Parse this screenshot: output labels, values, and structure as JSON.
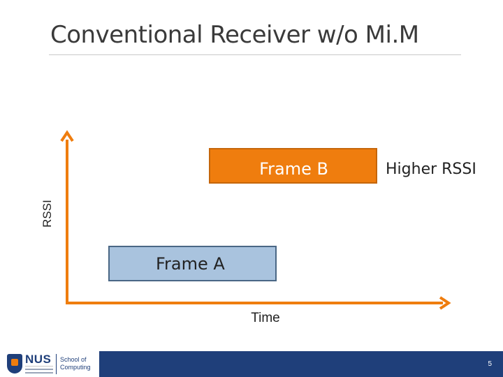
{
  "slide": {
    "title": "Conventional Receiver w/o Mi.M",
    "page_number": "5"
  },
  "diagram": {
    "y_axis_label": "RSSI",
    "x_axis_label": "Time",
    "frames": [
      {
        "label": "Frame B",
        "color": "#ef7d0e"
      },
      {
        "label": "Frame A",
        "color": "#a9c3de"
      }
    ],
    "annotation": "Higher RSSI",
    "axis_color": "#ef7d0e"
  },
  "footer": {
    "logo_text": "NUS",
    "school_label": "School of Computing",
    "bar_color": "#1f3f7a"
  }
}
